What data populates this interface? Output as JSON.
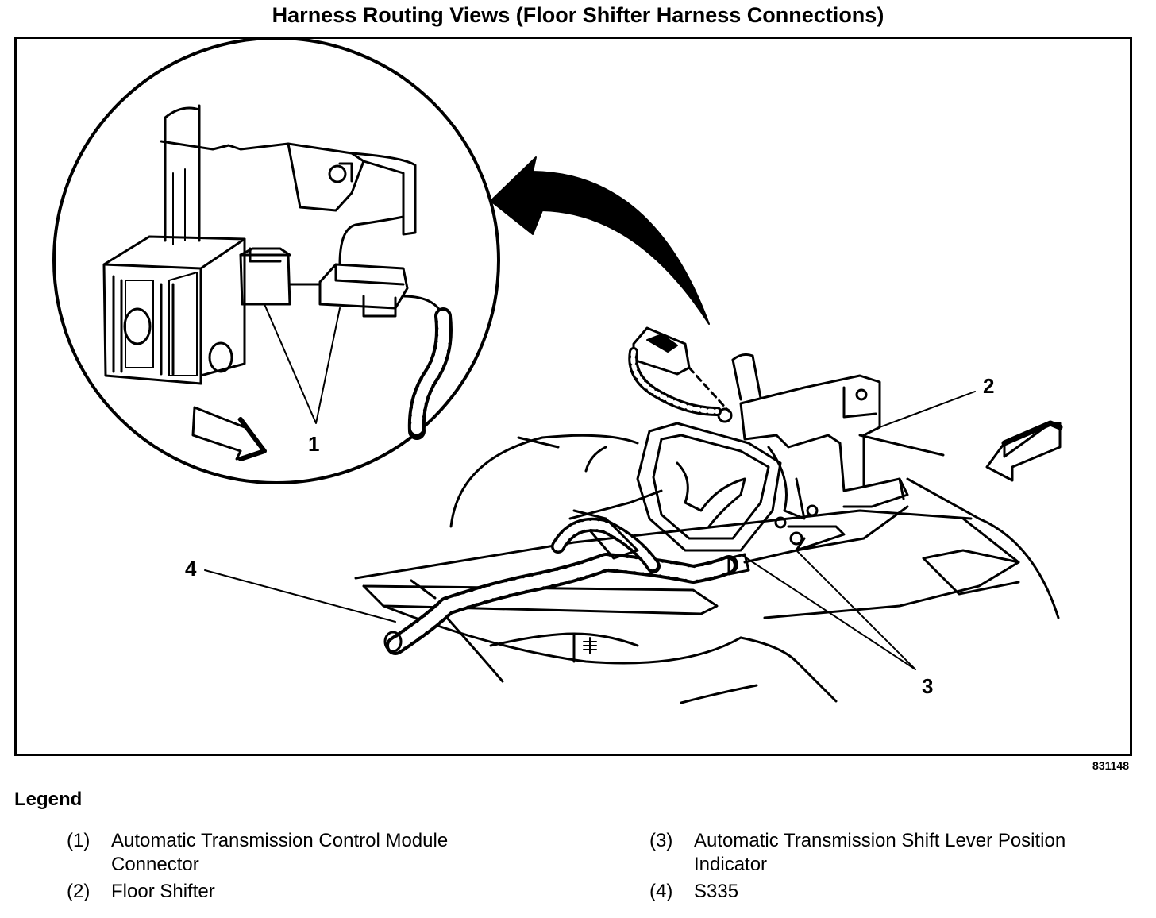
{
  "title": "Harness Routing Views (Floor Shifter Harness Connections)",
  "figure_id": "831148",
  "callouts": [
    "1",
    "2",
    "3",
    "4"
  ],
  "legend": {
    "title": "Legend",
    "items": [
      {
        "num": "(1)",
        "text": "Automatic Transmission Control Module Connector"
      },
      {
        "num": "(2)",
        "text": "Floor Shifter"
      },
      {
        "num": "(3)",
        "text": "Automatic Transmission Shift Lever Position Indicator"
      },
      {
        "num": "(4)",
        "text": "S335"
      }
    ]
  }
}
